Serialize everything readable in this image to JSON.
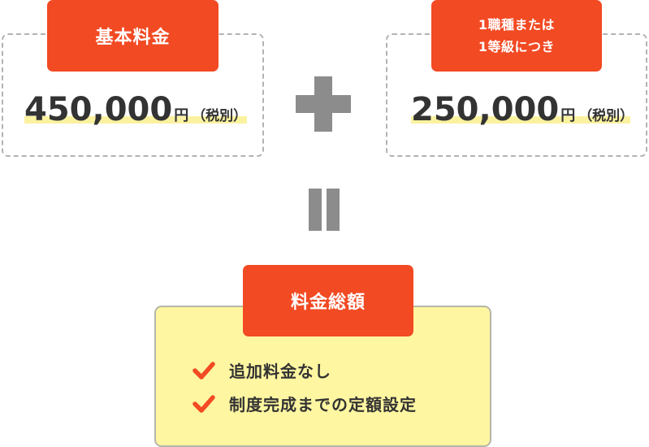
{
  "basic_fee": {
    "label": "基本料金",
    "amount": "450,000",
    "unit": "円",
    "tax_note": "（税別）"
  },
  "per_role_fee": {
    "label_lines": [
      "1職種または",
      "1等級につき"
    ],
    "amount": "250,000",
    "unit": "円",
    "tax_note": "（税別）"
  },
  "total": {
    "label": "料金総額",
    "features": [
      "追加料金なし",
      "制度完成までの定額設定"
    ]
  },
  "operators": {
    "plus": "plus-icon",
    "equals": "equals-icon"
  },
  "colors": {
    "accent": "#f24a23",
    "operator": "#8c8c8c",
    "dashed_border": "#b3b3b3",
    "highlight": "#fbf2a0",
    "total_background": "#fff6a1",
    "text": "#333333"
  }
}
